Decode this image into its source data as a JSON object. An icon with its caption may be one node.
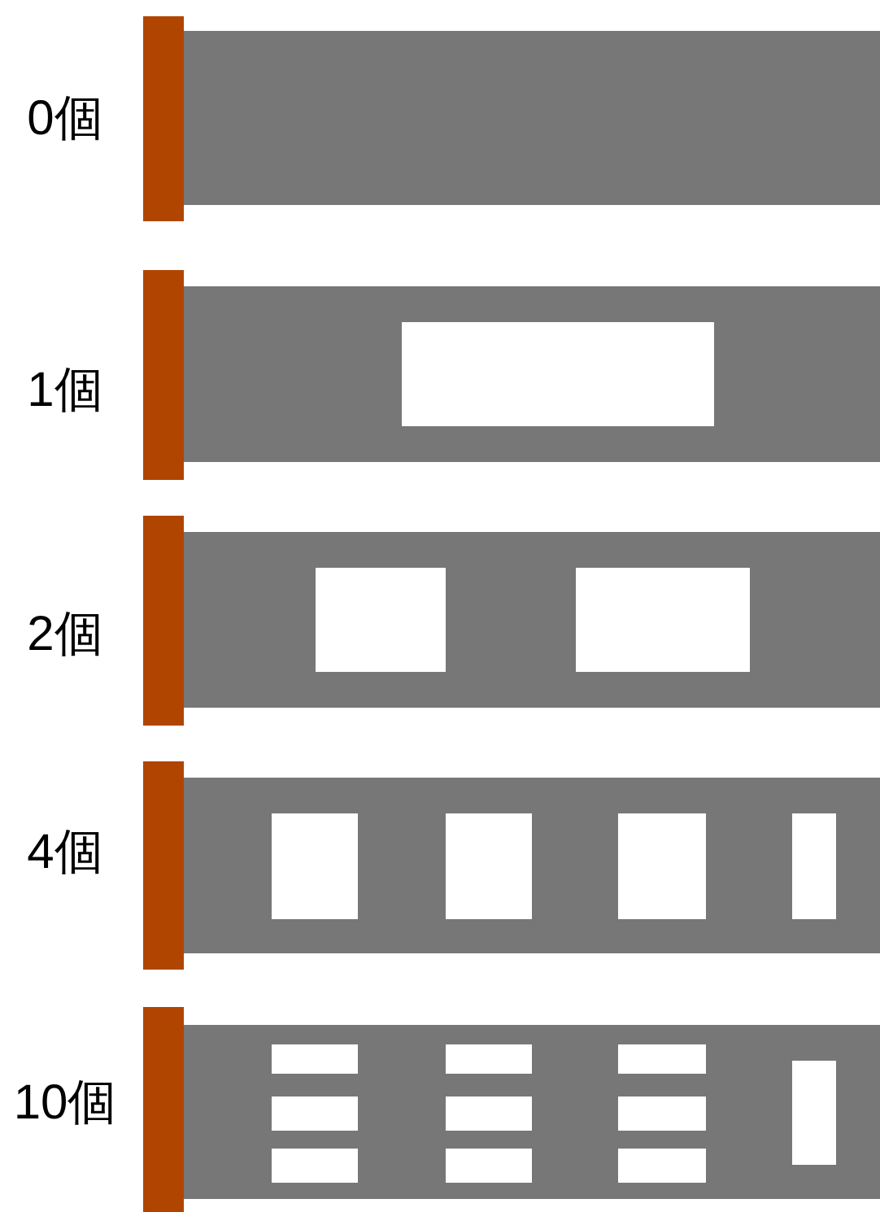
{
  "diagram": {
    "labels": [
      "0個",
      "1個",
      "2個",
      "4個",
      "10個"
    ]
  }
}
